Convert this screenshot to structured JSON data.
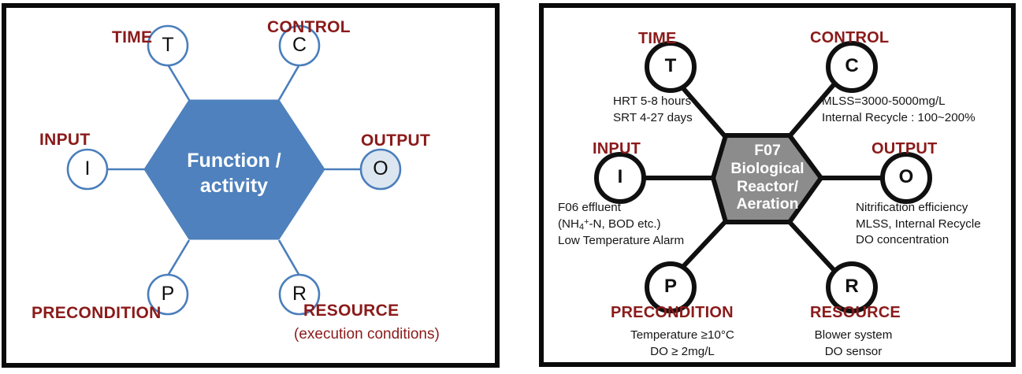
{
  "diagram": {
    "panels": [
      {
        "id": "template",
        "title": "ICOM / hexagon activity template",
        "center": {
          "line1": "Function /",
          "line2": "activity",
          "fill": "#4E81BD",
          "text_color": "#FFFFFF"
        },
        "accent_color": "#8B1A1A",
        "nodes": [
          {
            "key": "T",
            "letter": "T",
            "category": "TIME",
            "detail": ""
          },
          {
            "key": "C",
            "letter": "C",
            "category": "CONTROL",
            "detail": ""
          },
          {
            "key": "I",
            "letter": "I",
            "category": "INPUT",
            "detail": ""
          },
          {
            "key": "O",
            "letter": "O",
            "category": "OUTPUT",
            "detail": ""
          },
          {
            "key": "P",
            "letter": "P",
            "category": "PRECONDITION",
            "detail": ""
          },
          {
            "key": "R",
            "letter": "R",
            "category": "RESOURCE",
            "detail": ""
          }
        ],
        "resource_subtitle": "(execution conditions)"
      },
      {
        "id": "f07",
        "title": "F07 Biological Reactor / Aeration instance",
        "center": {
          "line1": "F07",
          "line2": "Biological",
          "line3": "Reactor/",
          "line4": "Aeration",
          "fill": "#8C8C8C",
          "text_color": "#FFFFFF"
        },
        "accent_color": "#8B1A1A",
        "nodes": [
          {
            "key": "T",
            "letter": "T",
            "category": "TIME",
            "detail_lines": [
              "HRT 5-8 hours",
              "SRT 4-27 days"
            ]
          },
          {
            "key": "C",
            "letter": "C",
            "category": "CONTROL",
            "detail_lines": [
              "MLSS=3000-5000mg/L",
              "Internal Recycle : 100~200%"
            ]
          },
          {
            "key": "I",
            "letter": "I",
            "category": "INPUT",
            "detail_lines": [
              "F06 effluent",
              "(NH4+-N, BOD etc.)",
              "Low Temperature Alarm"
            ]
          },
          {
            "key": "O",
            "letter": "O",
            "category": "OUTPUT",
            "detail_lines": [
              "Nitrification efficiency",
              "MLSS, Internal Recycle",
              "DO concentration"
            ]
          },
          {
            "key": "P",
            "letter": "P",
            "category": "PRECONDITION",
            "detail_lines": [
              "Temperature ≥10°C",
              "DO ≥ 2mg/L"
            ]
          },
          {
            "key": "R",
            "letter": "R",
            "category": "RESOURCE",
            "detail_lines": [
              "Blower system",
              "DO sensor"
            ]
          }
        ]
      }
    ]
  },
  "left": {
    "label_time": "TIME",
    "label_control": "CONTROL",
    "label_input": "INPUT",
    "label_output": "OUTPUT",
    "label_precondition": "PRECONDITION",
    "label_resource": "RESOURCE",
    "sub_resource": "(execution conditions)",
    "letter_t": "T",
    "letter_c": "C",
    "letter_i": "I",
    "letter_o": "O",
    "letter_p": "P",
    "letter_r": "R",
    "center_line1": "Function /",
    "center_line2": "activity"
  },
  "right": {
    "label_time": "TIME",
    "label_control": "CONTROL",
    "label_input": "INPUT",
    "label_output": "OUTPUT",
    "label_precondition": "PRECONDITION",
    "label_resource": "RESOURCE",
    "letter_t": "T",
    "letter_c": "C",
    "letter_i": "I",
    "letter_o": "O",
    "letter_p": "P",
    "letter_r": "R",
    "center_line1": "F07",
    "center_line2": "Biological",
    "center_line3": "Reactor/",
    "center_line4": "Aeration",
    "time_l1": "HRT 5-8 hours",
    "time_l2": "SRT 4-27 days",
    "control_l1": "MLSS=3000-5000mg/L",
    "control_l2": "Internal Recycle : 100~200%",
    "input_l1": "F06 effluent",
    "input_l3": "Low Temperature Alarm",
    "output_l1": "Nitrification efficiency",
    "output_l2": "MLSS, Internal Recycle",
    "output_l3": "DO concentration",
    "precondition_l1": "Temperature ≥10°C",
    "precondition_l2": "DO ≥ 2mg/L",
    "resource_l1": "Blower system",
    "resource_l2": "DO sensor"
  },
  "colors": {
    "accent_red": "#8B1A1A",
    "left_hex_fill": "#4E81BD",
    "left_node_stroke": "#4A7EBB",
    "left_output_fill": "#DCE6F1",
    "right_hex_fill": "#8C8C8C",
    "right_stroke": "#101010",
    "panel_border": "#0A0A0A"
  }
}
